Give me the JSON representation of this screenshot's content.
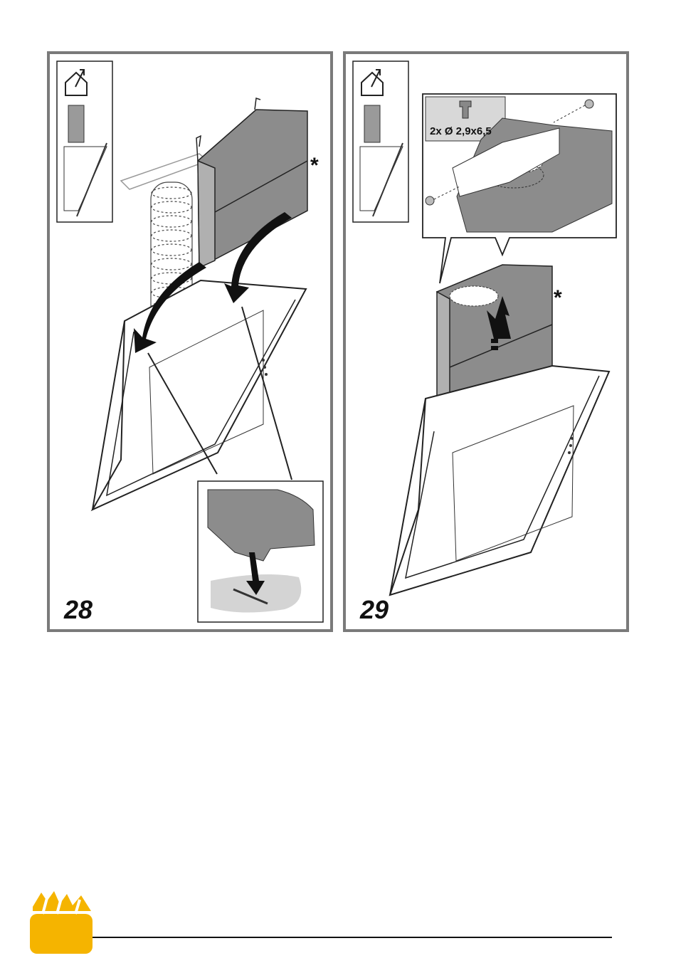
{
  "panels": [
    {
      "step": "28",
      "marker": "*"
    },
    {
      "step": "29",
      "marker": "*",
      "screw_spec": "2x Ø 2,9x6,5"
    }
  ],
  "colors": {
    "frame": "#7a7a7a",
    "chimney_gray": "#8c8c8c",
    "accent": "#f5b400"
  },
  "icons": [
    "house-duct-icon",
    "toolbox-icon"
  ]
}
